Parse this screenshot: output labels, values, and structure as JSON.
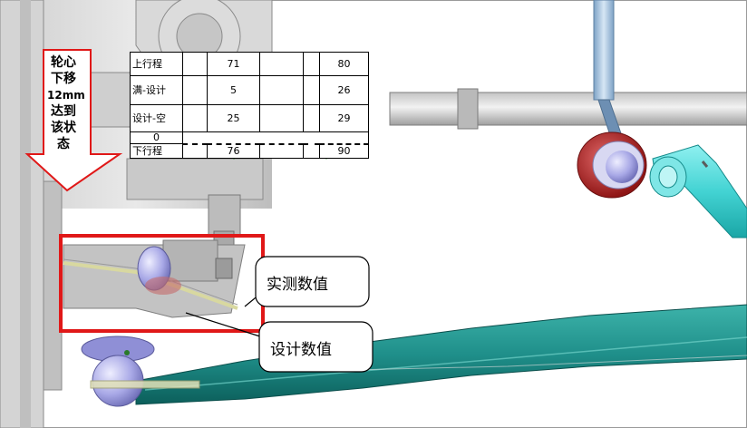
{
  "arrow_note": {
    "lines": [
      "轮心",
      "下移",
      "12mm",
      "达到",
      "该状",
      "态"
    ]
  },
  "travel_table": {
    "rows": [
      {
        "label": "上行程",
        "col1": "71",
        "col2": "80"
      },
      {
        "label": "满-设计",
        "col1": "5",
        "col2": "26"
      },
      {
        "label": "设计-空",
        "col1": "25",
        "col2": "29"
      },
      {
        "label": "0",
        "col1": "",
        "col2": ""
      },
      {
        "label": "下行程",
        "col1": "76",
        "col2": "90"
      }
    ]
  },
  "callouts": {
    "measured": "实测数值",
    "design": "设计数值"
  },
  "colors": {
    "arm_teal": "#1f8f8a",
    "link_cyan": "#43d3d3",
    "highlight_red": "#e01818",
    "arrow_green": "#1b8a1b",
    "bushing_red": "#b51f1f",
    "ball_lavender": "#a8a8e6"
  }
}
